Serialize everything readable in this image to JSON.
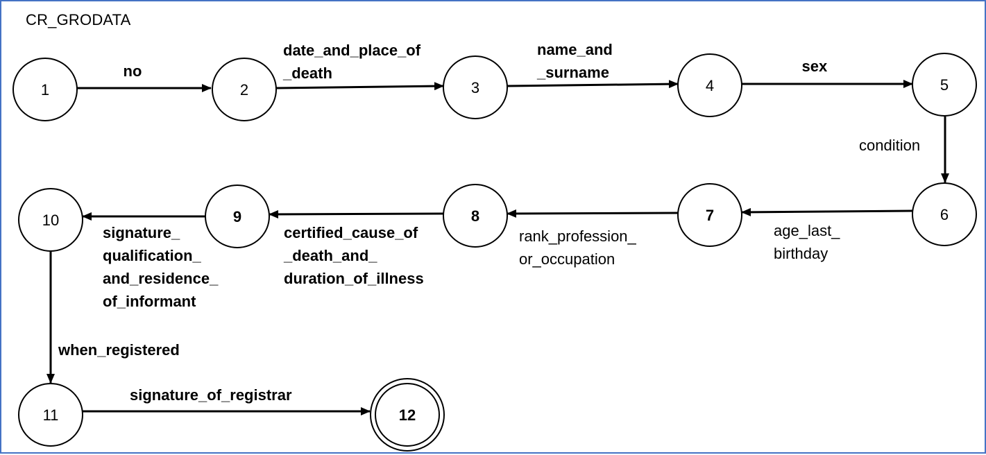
{
  "title": "CR_GRODATA",
  "states": [
    {
      "id": "1",
      "bold": false,
      "final": false
    },
    {
      "id": "2",
      "bold": false,
      "final": false
    },
    {
      "id": "3",
      "bold": false,
      "final": false
    },
    {
      "id": "4",
      "bold": false,
      "final": false
    },
    {
      "id": "5",
      "bold": false,
      "final": false
    },
    {
      "id": "6",
      "bold": false,
      "final": false
    },
    {
      "id": "7",
      "bold": true,
      "final": false
    },
    {
      "id": "8",
      "bold": true,
      "final": false
    },
    {
      "id": "9",
      "bold": true,
      "final": false
    },
    {
      "id": "10",
      "bold": false,
      "final": false
    },
    {
      "id": "11",
      "bold": false,
      "final": false
    },
    {
      "id": "12",
      "bold": true,
      "final": true
    }
  ],
  "transitions": [
    {
      "from": "1",
      "to": "2",
      "label": [
        "no"
      ],
      "bold": true
    },
    {
      "from": "2",
      "to": "3",
      "label": [
        "date_and_place_of",
        "_death"
      ],
      "bold": true
    },
    {
      "from": "3",
      "to": "4",
      "label": [
        "name_and",
        "_surname"
      ],
      "bold": true
    },
    {
      "from": "4",
      "to": "5",
      "label": [
        "sex"
      ],
      "bold": true
    },
    {
      "from": "5",
      "to": "6",
      "label": [
        "condition"
      ],
      "bold": false
    },
    {
      "from": "6",
      "to": "7",
      "label": [
        "age_last_",
        "birthday"
      ],
      "bold": false
    },
    {
      "from": "7",
      "to": "8",
      "label": [
        "rank_profession_",
        "or_occupation"
      ],
      "bold": false
    },
    {
      "from": "8",
      "to": "9",
      "label": [
        "certified_cause_of",
        "_death_and_",
        "duration_of_illness"
      ],
      "bold": true
    },
    {
      "from": "9",
      "to": "10",
      "label": [
        "signature_",
        "qualification_",
        "and_residence_",
        "of_informant"
      ],
      "bold": true
    },
    {
      "from": "10",
      "to": "11",
      "label": [
        "when_registered"
      ],
      "bold": true
    },
    {
      "from": "11",
      "to": "12",
      "label": [
        "signature_of_registrar"
      ],
      "bold": true
    }
  ],
  "colors": {
    "frame": "#4472c4",
    "stroke": "#000000",
    "fill": "#ffffff"
  }
}
